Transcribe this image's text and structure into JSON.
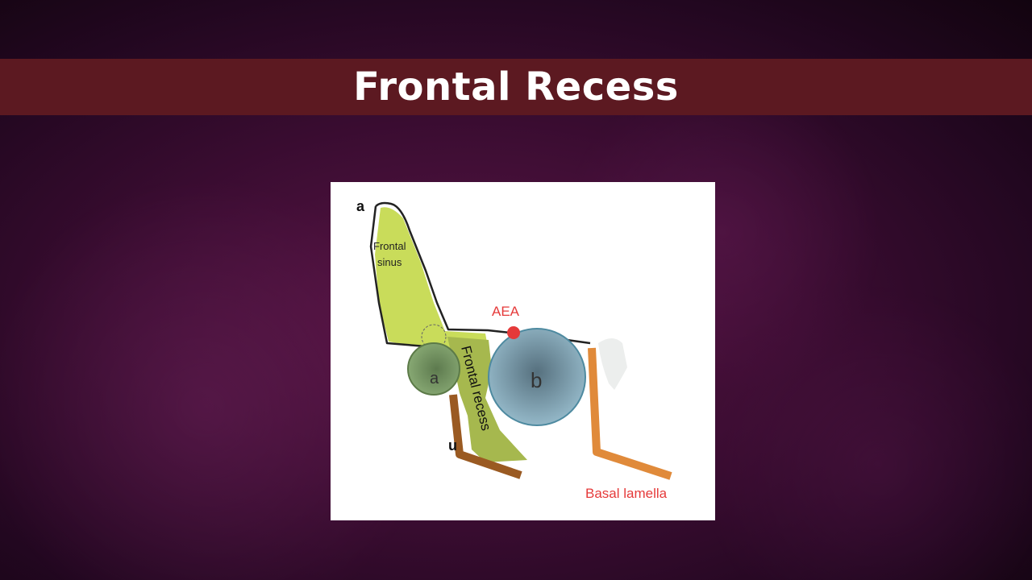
{
  "slide": {
    "title": "Frontal Recess"
  },
  "diagram": {
    "panel_label": "a",
    "labels": {
      "frontal_sinus_line1": "Frontal",
      "frontal_sinus_line2": "sinus",
      "aea": "AEA",
      "cell_a": "a",
      "cell_b": "b",
      "frontal_recess": "Frontal recess",
      "uncinate": "u",
      "basal_lamella": "Basal lamella"
    },
    "colors": {
      "sinus": "#c9dc5a",
      "recess": "#a6b84e",
      "cell_a": "#7f9f6a",
      "cell_b": "#8fb3c4",
      "aea": "#e53a3a",
      "uncinate": "#9a5a22",
      "basal_lamella": "#e08a3a",
      "label_red": "#e53a3a"
    }
  }
}
